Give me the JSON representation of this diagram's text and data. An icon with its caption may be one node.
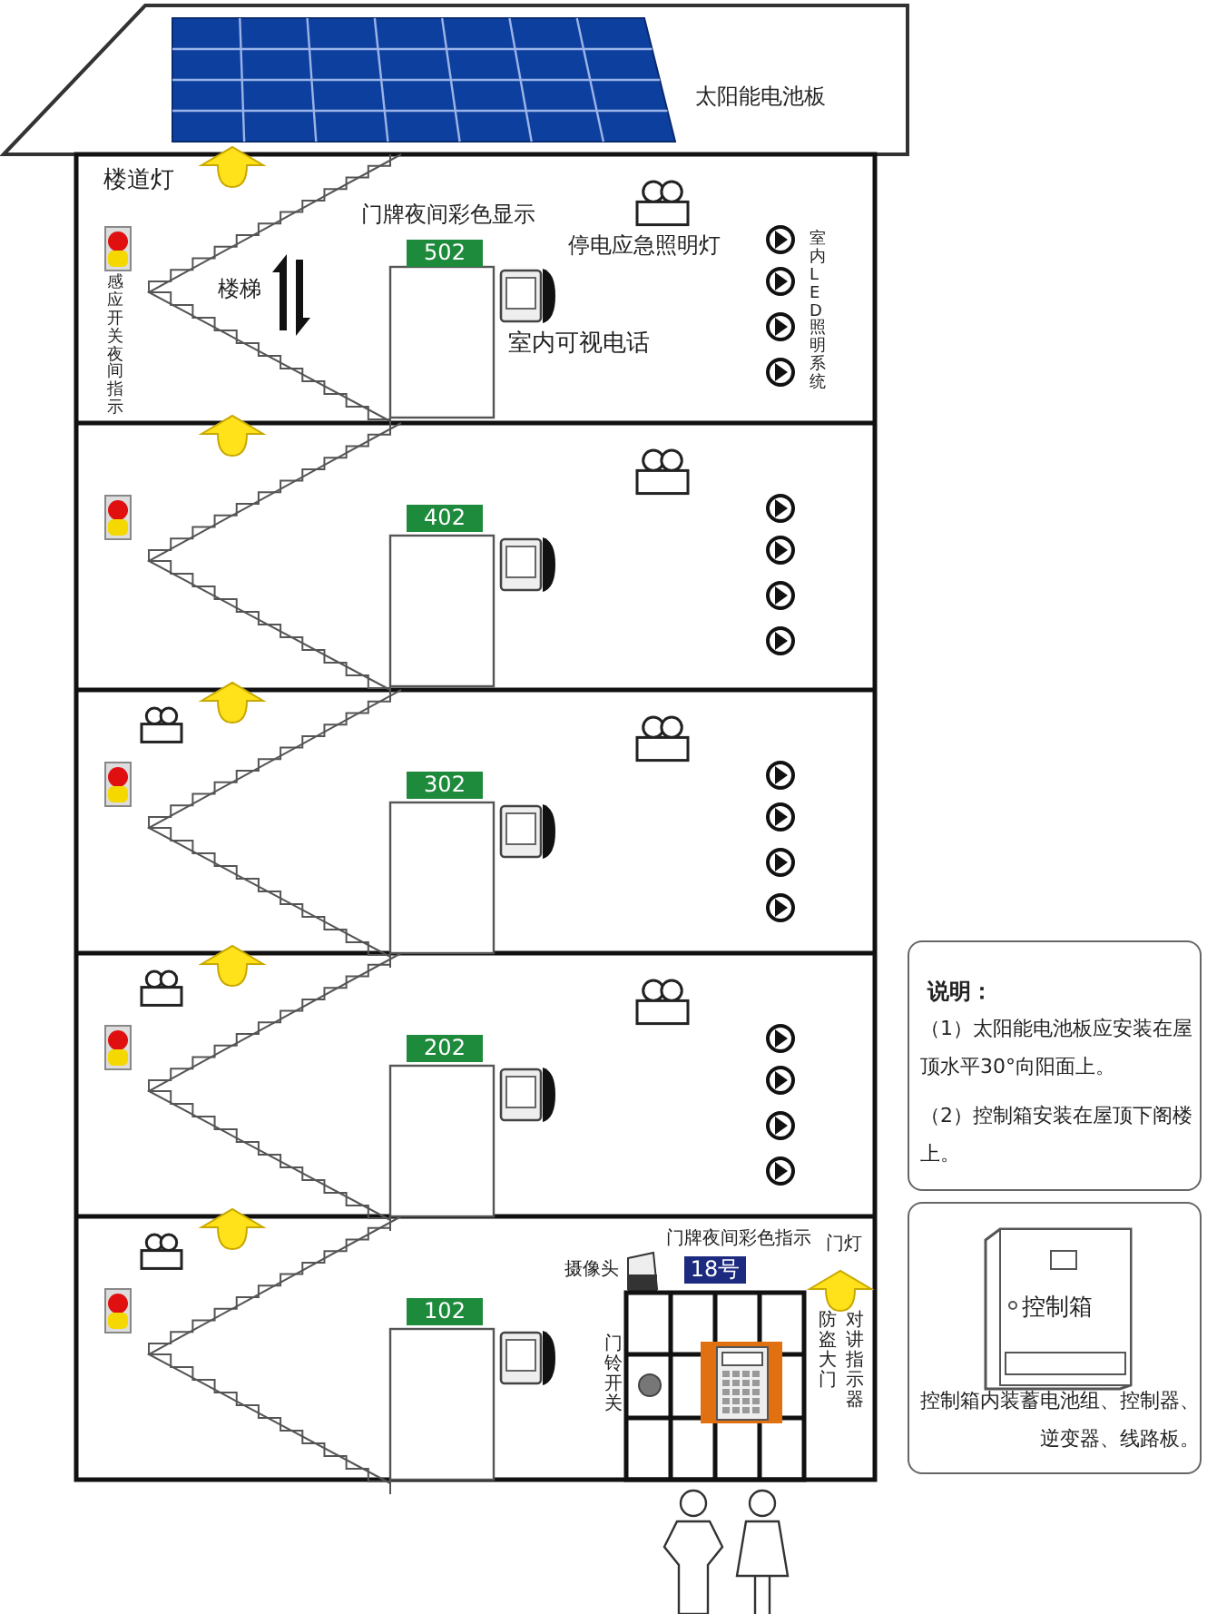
{
  "diagram": {
    "nodes": [
      {
        "text": [
          "502"
        ]
      },
      {
        "text": [
          "402"
        ]
      },
      {
        "text": [
          "302"
        ]
      },
      {
        "text": [
          "202"
        ]
      },
      {
        "text": [
          "102"
        ]
      },
      {
        "text": [
          "18号"
        ]
      },
      {
        "text": [
          "说明：",
          "（1）太阳能电池板应安装在屋顶水平30°向阳面上。",
          "（2）控制箱安装在屋顶下阁楼上。"
        ]
      },
      {
        "text": [
          "控制箱内装蓄电池组、控制器、逆变器、线路板。"
        ]
      },
      {
        "text": [
          "控制箱"
        ],
        "in": 7
      }
    ],
    "labels": [
      "太阳能电池板",
      "楼道灯",
      "门牌夜间彩色显示",
      "停电应急照明灯",
      "室内LED照明系统",
      "楼梯",
      "感应开关夜间指示",
      "室内可视电话",
      "摄像头",
      "门牌夜间彩色指示",
      "门灯",
      "门铃开关",
      "防盗大门",
      "对讲指示器"
    ]
  }
}
